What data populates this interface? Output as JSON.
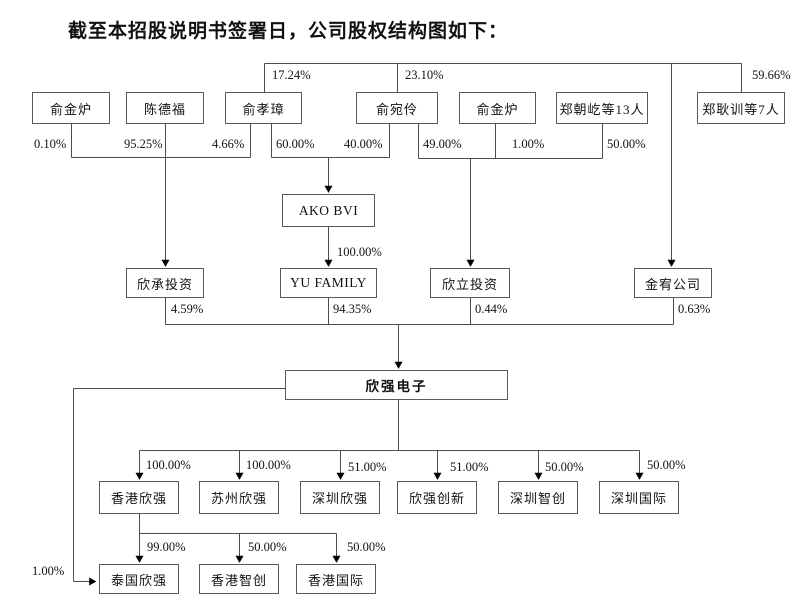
{
  "title": "截至本招股说明书签署日，公司股权结构图如下：",
  "nodes": {
    "b1": "俞金炉",
    "b2": "陈德福",
    "b3": "俞孝璋",
    "b4": "俞宛伶",
    "b5": "俞金炉",
    "b6": "郑朝屹等13人",
    "b7": "郑耿训等7人",
    "ako": "AKO BVI",
    "c1": "欣承投资",
    "c2": "YU FAMILY",
    "c3": "欣立投资",
    "c4": "金宥公司",
    "main": "欣强电子",
    "d1": "香港欣强",
    "d2": "苏州欣强",
    "d3": "深圳欣强",
    "d4": "欣强创新",
    "d5": "深圳智创",
    "d6": "深圳国际",
    "e1": "泰国欣强",
    "e2": "香港智创",
    "e3": "香港国际"
  },
  "percent": {
    "top_1": "17.24%",
    "top_2": "23.10%",
    "top_3": "59.66%",
    "r1_1": "0.10%",
    "r1_2": "95.25%",
    "r1_3": "4.66%",
    "r1_4": "60.00%",
    "r1_5": "40.00%",
    "r1_6": "49.00%",
    "r1_7": "1.00%",
    "r1_8": "50.00%",
    "ako_yu": "100.00%",
    "r2_1": "4.59%",
    "r2_2": "94.35%",
    "r2_3": "0.44%",
    "r2_4": "0.63%",
    "r3_1": "100.00%",
    "r3_2": "100.00%",
    "r3_3": "51.00%",
    "r3_4": "51.00%",
    "r3_5": "50.00%",
    "r3_6": "50.00%",
    "r4_1": "99.00%",
    "r4_2": "50.00%",
    "r4_3": "50.00%",
    "left_1": "1.00%"
  },
  "edges": [
    {
      "from": "俞金炉",
      "to": "欣承投资",
      "pct": "0.10%"
    },
    {
      "from": "陈德福",
      "to": "欣承投资",
      "pct": "95.25%"
    },
    {
      "from": "俞孝璋",
      "to": "欣承投资",
      "pct": "4.66%"
    },
    {
      "from": "俞孝璋",
      "to": "AKO BVI",
      "pct": "60.00%"
    },
    {
      "from": "俞宛伶",
      "to": "AKO BVI",
      "pct": "40.00%"
    },
    {
      "from": "俞孝璋",
      "to": "金宥公司",
      "pct": "17.24%"
    },
    {
      "from": "俞宛伶",
      "to": "金宥公司",
      "pct": "23.10%"
    },
    {
      "from": "郑耿训等7人",
      "to": "金宥公司",
      "pct": "59.66%"
    },
    {
      "from": "俞宛伶",
      "to": "欣立投资",
      "pct": "49.00%"
    },
    {
      "from": "俞金炉",
      "to": "欣立投资",
      "pct": "1.00%"
    },
    {
      "from": "郑朝屹等13人",
      "to": "欣立投资",
      "pct": "50.00%"
    },
    {
      "from": "AKO BVI",
      "to": "YU FAMILY",
      "pct": "100.00%"
    },
    {
      "from": "欣承投资",
      "to": "欣强电子",
      "pct": "4.59%"
    },
    {
      "from": "YU FAMILY",
      "to": "欣强电子",
      "pct": "94.35%"
    },
    {
      "from": "欣立投资",
      "to": "欣强电子",
      "pct": "0.44%"
    },
    {
      "from": "金宥公司",
      "to": "欣强电子",
      "pct": "0.63%"
    },
    {
      "from": "欣强电子",
      "to": "香港欣强",
      "pct": "100.00%"
    },
    {
      "from": "欣强电子",
      "to": "苏州欣强",
      "pct": "100.00%"
    },
    {
      "from": "欣强电子",
      "to": "深圳欣强",
      "pct": "51.00%"
    },
    {
      "from": "欣强电子",
      "to": "欣强创新",
      "pct": "51.00%"
    },
    {
      "from": "欣强电子",
      "to": "深圳智创",
      "pct": "50.00%"
    },
    {
      "from": "欣强电子",
      "to": "深圳国际",
      "pct": "50.00%"
    },
    {
      "from": "欣强电子",
      "to": "泰国欣强",
      "pct": "1.00%"
    },
    {
      "from": "香港欣强",
      "to": "泰国欣强",
      "pct": "99.00%"
    },
    {
      "from": "香港欣强",
      "to": "香港智创",
      "pct": "50.00%"
    },
    {
      "from": "香港欣强",
      "to": "香港国际",
      "pct": "50.00%"
    }
  ]
}
